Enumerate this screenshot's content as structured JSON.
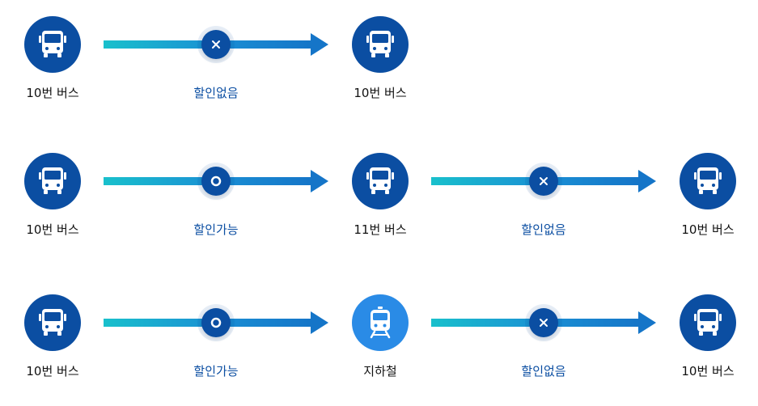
{
  "colors": {
    "bus": "#0b4ea2",
    "subway": "#2a8be6",
    "status_text": "#0b4ea2",
    "arrow_start": "#19c0cc",
    "arrow_end": "#1575c8"
  },
  "rows": [
    {
      "nodes": [
        {
          "type": "bus",
          "icon": "bus-icon",
          "label": "10번 버스"
        },
        {
          "type": "bus",
          "icon": "bus-icon",
          "label": "10번 버스"
        }
      ],
      "links": [
        {
          "badge": "x",
          "icon": "x-icon",
          "label": "할인없음"
        }
      ]
    },
    {
      "nodes": [
        {
          "type": "bus",
          "icon": "bus-icon",
          "label": "10번 버스"
        },
        {
          "type": "bus",
          "icon": "bus-icon",
          "label": "11번 버스"
        },
        {
          "type": "bus",
          "icon": "bus-icon",
          "label": "10번 버스"
        }
      ],
      "links": [
        {
          "badge": "o",
          "icon": "circle-icon",
          "label": "할인가능"
        },
        {
          "badge": "x",
          "icon": "x-icon",
          "label": "할인없음"
        }
      ]
    },
    {
      "nodes": [
        {
          "type": "bus",
          "icon": "bus-icon",
          "label": "10번 버스"
        },
        {
          "type": "subway",
          "icon": "subway-icon",
          "label": "지하철"
        },
        {
          "type": "bus",
          "icon": "bus-icon",
          "label": "10번 버스"
        }
      ],
      "links": [
        {
          "badge": "o",
          "icon": "circle-icon",
          "label": "할인가능"
        },
        {
          "badge": "x",
          "icon": "x-icon",
          "label": "할인없음"
        }
      ]
    }
  ]
}
